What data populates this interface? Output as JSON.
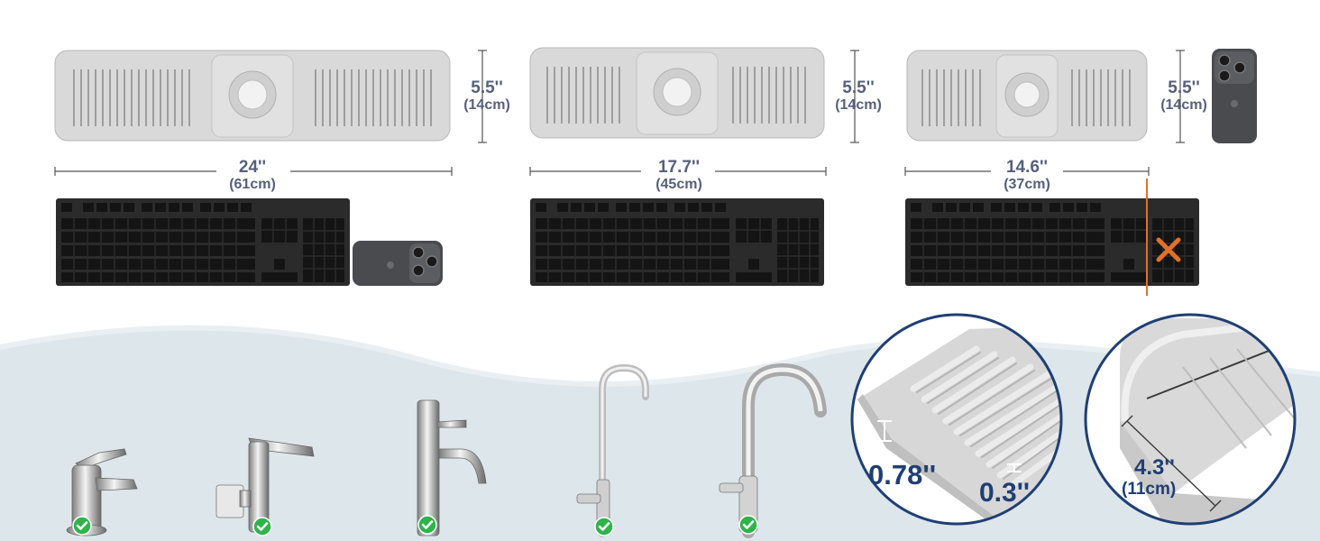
{
  "colors": {
    "mat": "#d9d9d9",
    "mat_dark": "#c6c6c6",
    "mat_outline": "#b5b5b5",
    "keyboard": "#2b2b2b",
    "key": "#141414",
    "dim_text": "#56607a",
    "detail_text": "#1f3f73",
    "detail_ring": "#1f3f73",
    "check": "#2fb34a",
    "cross": "#e0702a",
    "wave": "#dde6ea"
  },
  "sizes": [
    {
      "id": "large",
      "length": "24''",
      "length_metric": "(61cm)",
      "width": "5.5''",
      "width_metric": "(14cm)",
      "has_phone": true,
      "fits": true
    },
    {
      "id": "medium",
      "length": "17.7''",
      "length_metric": "(45cm)",
      "width": "5.5''",
      "width_metric": "(14cm)",
      "has_phone": false,
      "fits": true
    },
    {
      "id": "small",
      "length": "14.6''",
      "length_metric": "(37cm)",
      "width": "5.5''",
      "width_metric": "(14cm)",
      "has_phone": true,
      "fits": false
    }
  ],
  "faucets": [
    {
      "id": "single-lever",
      "icon": "check-icon"
    },
    {
      "id": "waterfall",
      "icon": "check-icon"
    },
    {
      "id": "tall-vessel",
      "icon": "check-icon"
    },
    {
      "id": "gooseneck",
      "icon": "check-icon"
    },
    {
      "id": "pull-down",
      "icon": "check-icon"
    }
  ],
  "details": {
    "left": {
      "height": "0.78''",
      "thickness": "0.3''"
    },
    "right": {
      "depth": "4.3''",
      "depth_metric": "(11cm)"
    }
  }
}
